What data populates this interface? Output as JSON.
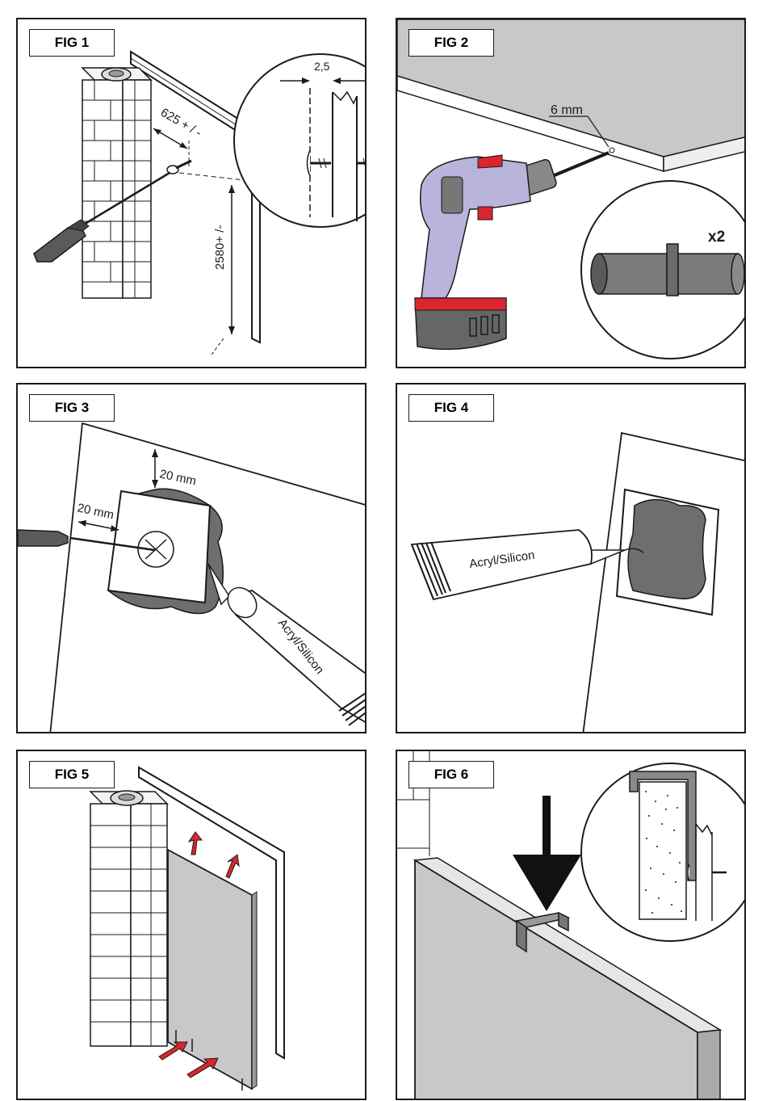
{
  "figures": {
    "fig1": {
      "label": "FIG 1",
      "dim_horizontal": "625 + / -",
      "dim_vertical": "2580+ /-",
      "detail_gap": "2,5"
    },
    "fig2": {
      "label": "FIG 2",
      "drill_size": "6 mm",
      "quantity": "x2"
    },
    "fig3": {
      "label": "FIG 3",
      "offset_top": "20 mm",
      "offset_side": "20 mm",
      "tube_label": "Acryl/Silicon"
    },
    "fig4": {
      "label": "FIG 4",
      "tube_label": "Acryl/Silicon"
    },
    "fig5": {
      "label": "FIG 5"
    },
    "fig6": {
      "label": "FIG 6"
    }
  },
  "colors": {
    "line": "#1a1a1a",
    "panel_gray": "#c8c8c8",
    "drill_body": "#b8b4dc",
    "drill_red": "#d9262e",
    "arrow_red": "#d9262e",
    "adhesive": "#6e6e6e"
  },
  "icons": [
    "screwdriver-icon",
    "screw-icon",
    "drill-icon",
    "dowel-icon",
    "sealant-tube-icon",
    "down-arrow-icon",
    "red-arrow-icon",
    "bracket-icon"
  ]
}
